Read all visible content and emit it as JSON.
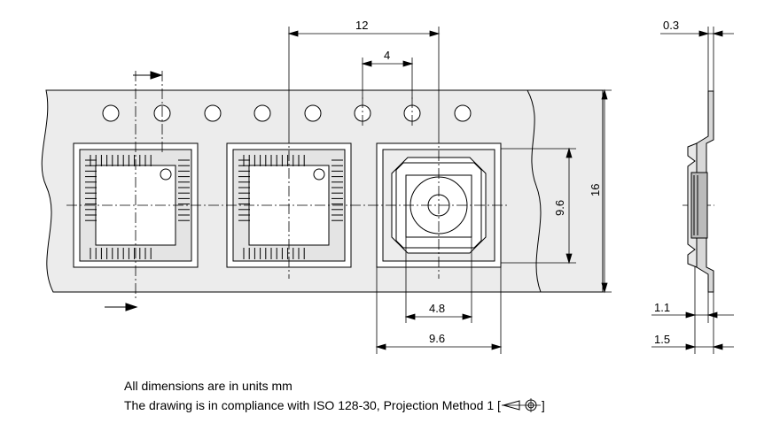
{
  "dimensions": {
    "pitch": "12",
    "hole_pitch": "4",
    "tape_width": "16",
    "pocket_height": "9.6",
    "pocket_width": "9.6",
    "inner_width": "4.8",
    "thickness_top": "0.3",
    "thickness_mid": "1.1",
    "thickness_bottom": "1.5"
  },
  "notes": {
    "units": "All dimensions are in units mm",
    "compliance": "The drawing is in compliance with ISO 128-30, Projection Method 1 ["
  },
  "symbols": [
    "projection-method-1-symbol"
  ]
}
